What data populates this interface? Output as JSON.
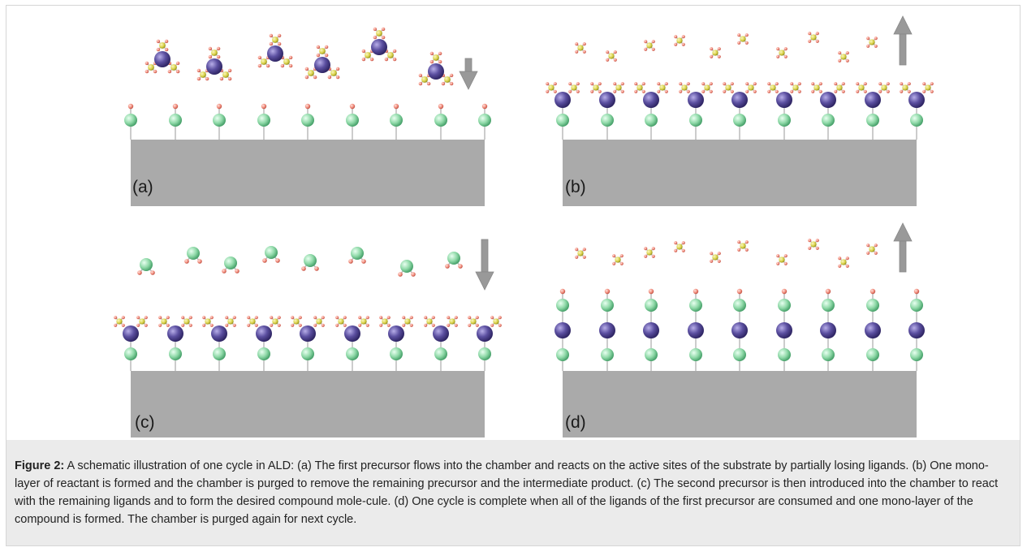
{
  "figure": {
    "panels": [
      {
        "id": "a",
        "label": "(a)",
        "arrow": "down"
      },
      {
        "id": "b",
        "label": "(b)",
        "arrow": "up"
      },
      {
        "id": "c",
        "label": "(c)",
        "arrow": "down"
      },
      {
        "id": "d",
        "label": "(d)",
        "arrow": "up"
      }
    ],
    "colors": {
      "substrate": "#aaaaaa",
      "active_site_atom": "#8fd9a8",
      "precursor_metal_atom": "#5b4fa0",
      "ligand_atom": "#d9d24a",
      "terminal_atom": "#f08a7a",
      "arrow": "#999999"
    },
    "caption": {
      "label": "Figure 2:",
      "text": " A schematic illustration of one cycle in ALD: (a) The first precursor flows into the chamber and reacts on the active sites of the substrate by partially losing ligands. (b) One mono-layer of reactant is formed and the chamber is purged to remove the remaining precursor and the intermediate product. (c) The second precursor is then introduced into the chamber to react with the remaining ligands and to form the desired compound mole-cule. (d) One cycle is complete when all of the ligands of the first precursor are consumed and one mono-layer of the compound is formed. The chamber is purged again for next cycle."
    }
  }
}
